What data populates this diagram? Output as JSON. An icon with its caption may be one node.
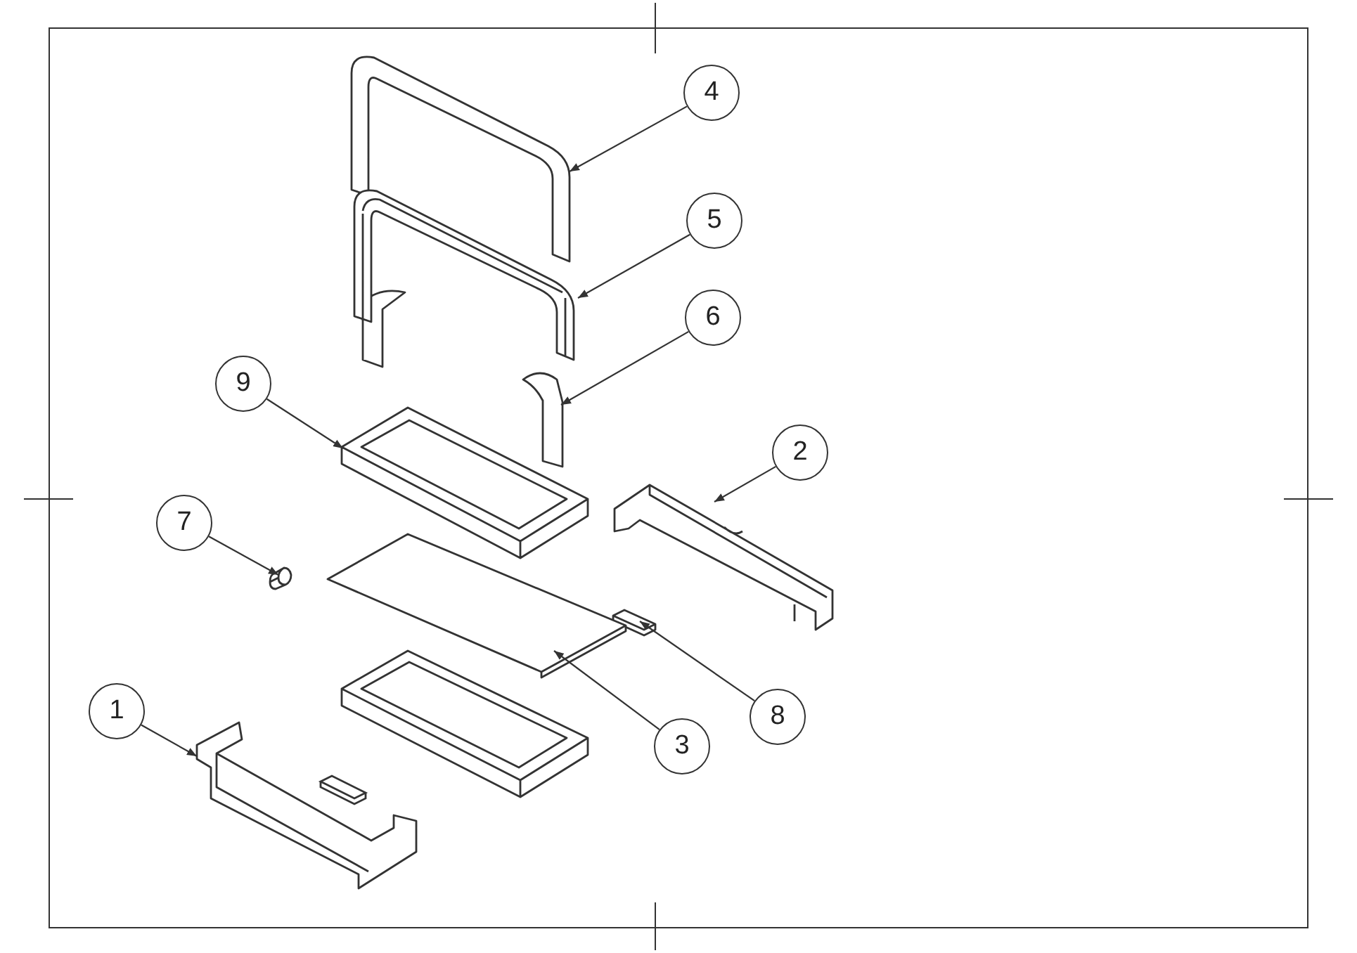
{
  "diagram": {
    "nodes": [
      {
        "text": [
          "4"
        ]
      },
      {
        "text": [
          "5"
        ]
      },
      {
        "text": [
          "6"
        ]
      },
      {
        "text": [
          "9"
        ]
      },
      {
        "text": [
          "2"
        ]
      },
      {
        "text": [
          "7"
        ]
      },
      {
        "text": [
          "1"
        ]
      },
      {
        "text": [
          "8"
        ]
      },
      {
        "text": [
          "3"
        ]
      },
      {
        "text": [],
        "shape": "picture"
      },
      {
        "text": [],
        "shape": "picture"
      },
      {
        "text": [],
        "shape": "picture"
      },
      {
        "text": [],
        "shape": "picture"
      },
      {
        "text": [],
        "shape": "picture"
      },
      {
        "text": [],
        "shape": "picture"
      },
      {
        "text": [],
        "shape": "picture"
      },
      {
        "text": [],
        "shape": "picture"
      },
      {
        "text": [],
        "shape": "picture"
      }
    ],
    "edges": [
      {
        "from": 0,
        "to": 9,
        "arrow": "to"
      },
      {
        "from": 1,
        "to": 10,
        "arrow": "to"
      },
      {
        "from": 2,
        "to": 11,
        "arrow": "to"
      },
      {
        "from": 3,
        "to": 12,
        "arrow": "to"
      },
      {
        "from": 4,
        "to": 13,
        "arrow": "to"
      },
      {
        "from": 5,
        "to": 14,
        "arrow": "to"
      },
      {
        "from": 6,
        "to": 15,
        "arrow": "to"
      },
      {
        "from": 7,
        "to": 16,
        "arrow": "to"
      },
      {
        "from": 8,
        "to": 17,
        "arrow": "to"
      }
    ]
  }
}
